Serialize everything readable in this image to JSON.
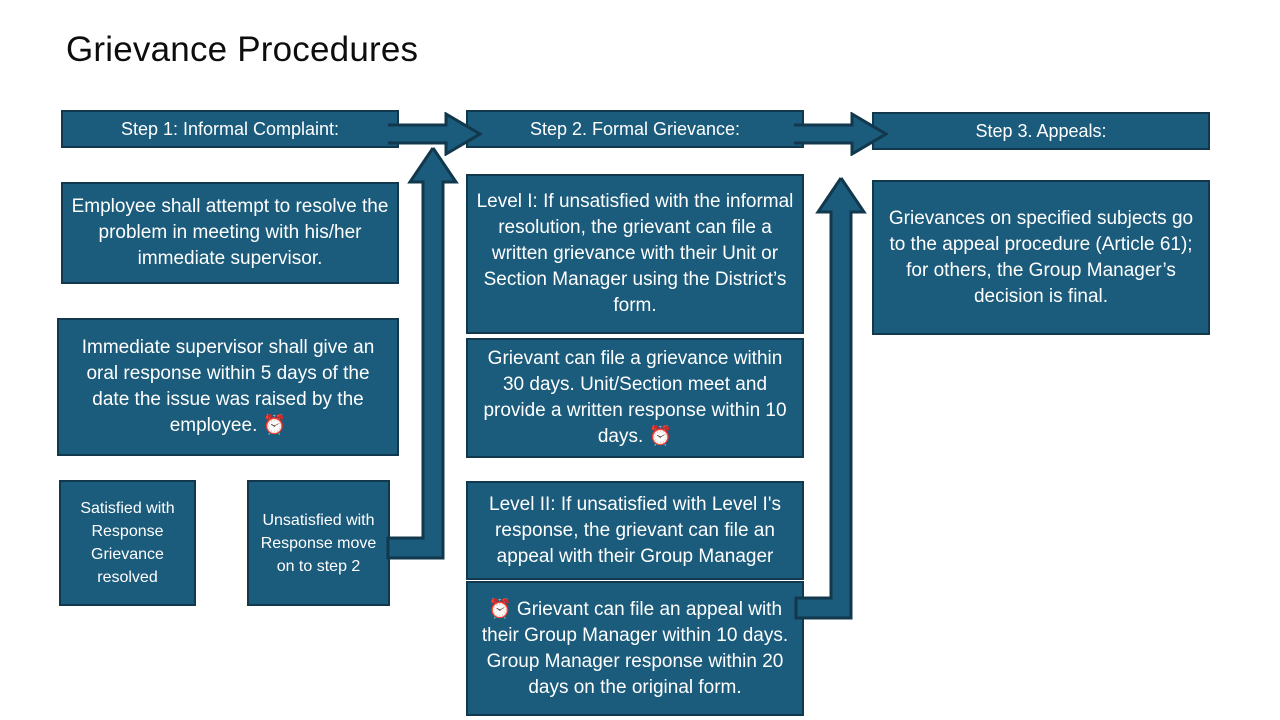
{
  "slide": {
    "title": "Grievance Procedures",
    "background_color": "#ffffff",
    "accent_fill": "#1b5b7b",
    "accent_border": "#12384d",
    "text_color": "#ffffff"
  },
  "headers": [
    {
      "label": "Step 1: Informal Complaint:"
    },
    {
      "label": "Step 2. Formal Grievance:"
    },
    {
      "label": "Step 3. Appeals:"
    }
  ],
  "columns": {
    "step1": [
      {
        "name": "employee-resolve-box",
        "text": "Employee shall attempt to resolve the problem in meeting with his/her immediate supervisor."
      },
      {
        "name": "supervisor-oral-response-box",
        "text": "Immediate supervisor  shall give an oral response  within 5 days of the date the issue was raised by the employee. ",
        "clock": "⏰"
      },
      {
        "name": "satisfied-box",
        "text": "Satisfied with Response Grievance resolved"
      },
      {
        "name": "unsatisfied-box",
        "text": "Unsatisfied with Response move on to step 2"
      }
    ],
    "step2": [
      {
        "name": "level-1-box",
        "text": "Level I: If unsatisfied with the informal resolution, the grievant can file a written grievance with their Unit or Section Manager using the District’s form."
      },
      {
        "name": "level-1-timeline-box",
        "text": "Grievant can file a grievance within 30 days. Unit/Section meet and provide a written response within 10 days. ",
        "clock": "⏰"
      },
      {
        "name": "level-2-box",
        "text": "Level II: If unsatisfied with Level I's response, the grievant can file an appeal with their Group Manager"
      },
      {
        "name": "level-2-timeline-box",
        "clock": "⏰",
        "text": " Grievant can file an appeal with their Group Manager within 10 days. Group Manager response within 20 days on the original form."
      }
    ],
    "step3": [
      {
        "name": "appeals-box",
        "text": "Grievances on specified subjects go to the appeal procedure (Article 61); for others, the Group Manager’s decision is final."
      }
    ]
  },
  "connectors": [
    {
      "name": "arrow-step1-to-step2",
      "direction": "right"
    },
    {
      "name": "arrow-step2-to-step3",
      "direction": "right"
    },
    {
      "name": "elbow-arrow-unsatisfied-to-step2",
      "direction": "up"
    },
    {
      "name": "elbow-arrow-level2-to-step3",
      "direction": "up"
    }
  ]
}
